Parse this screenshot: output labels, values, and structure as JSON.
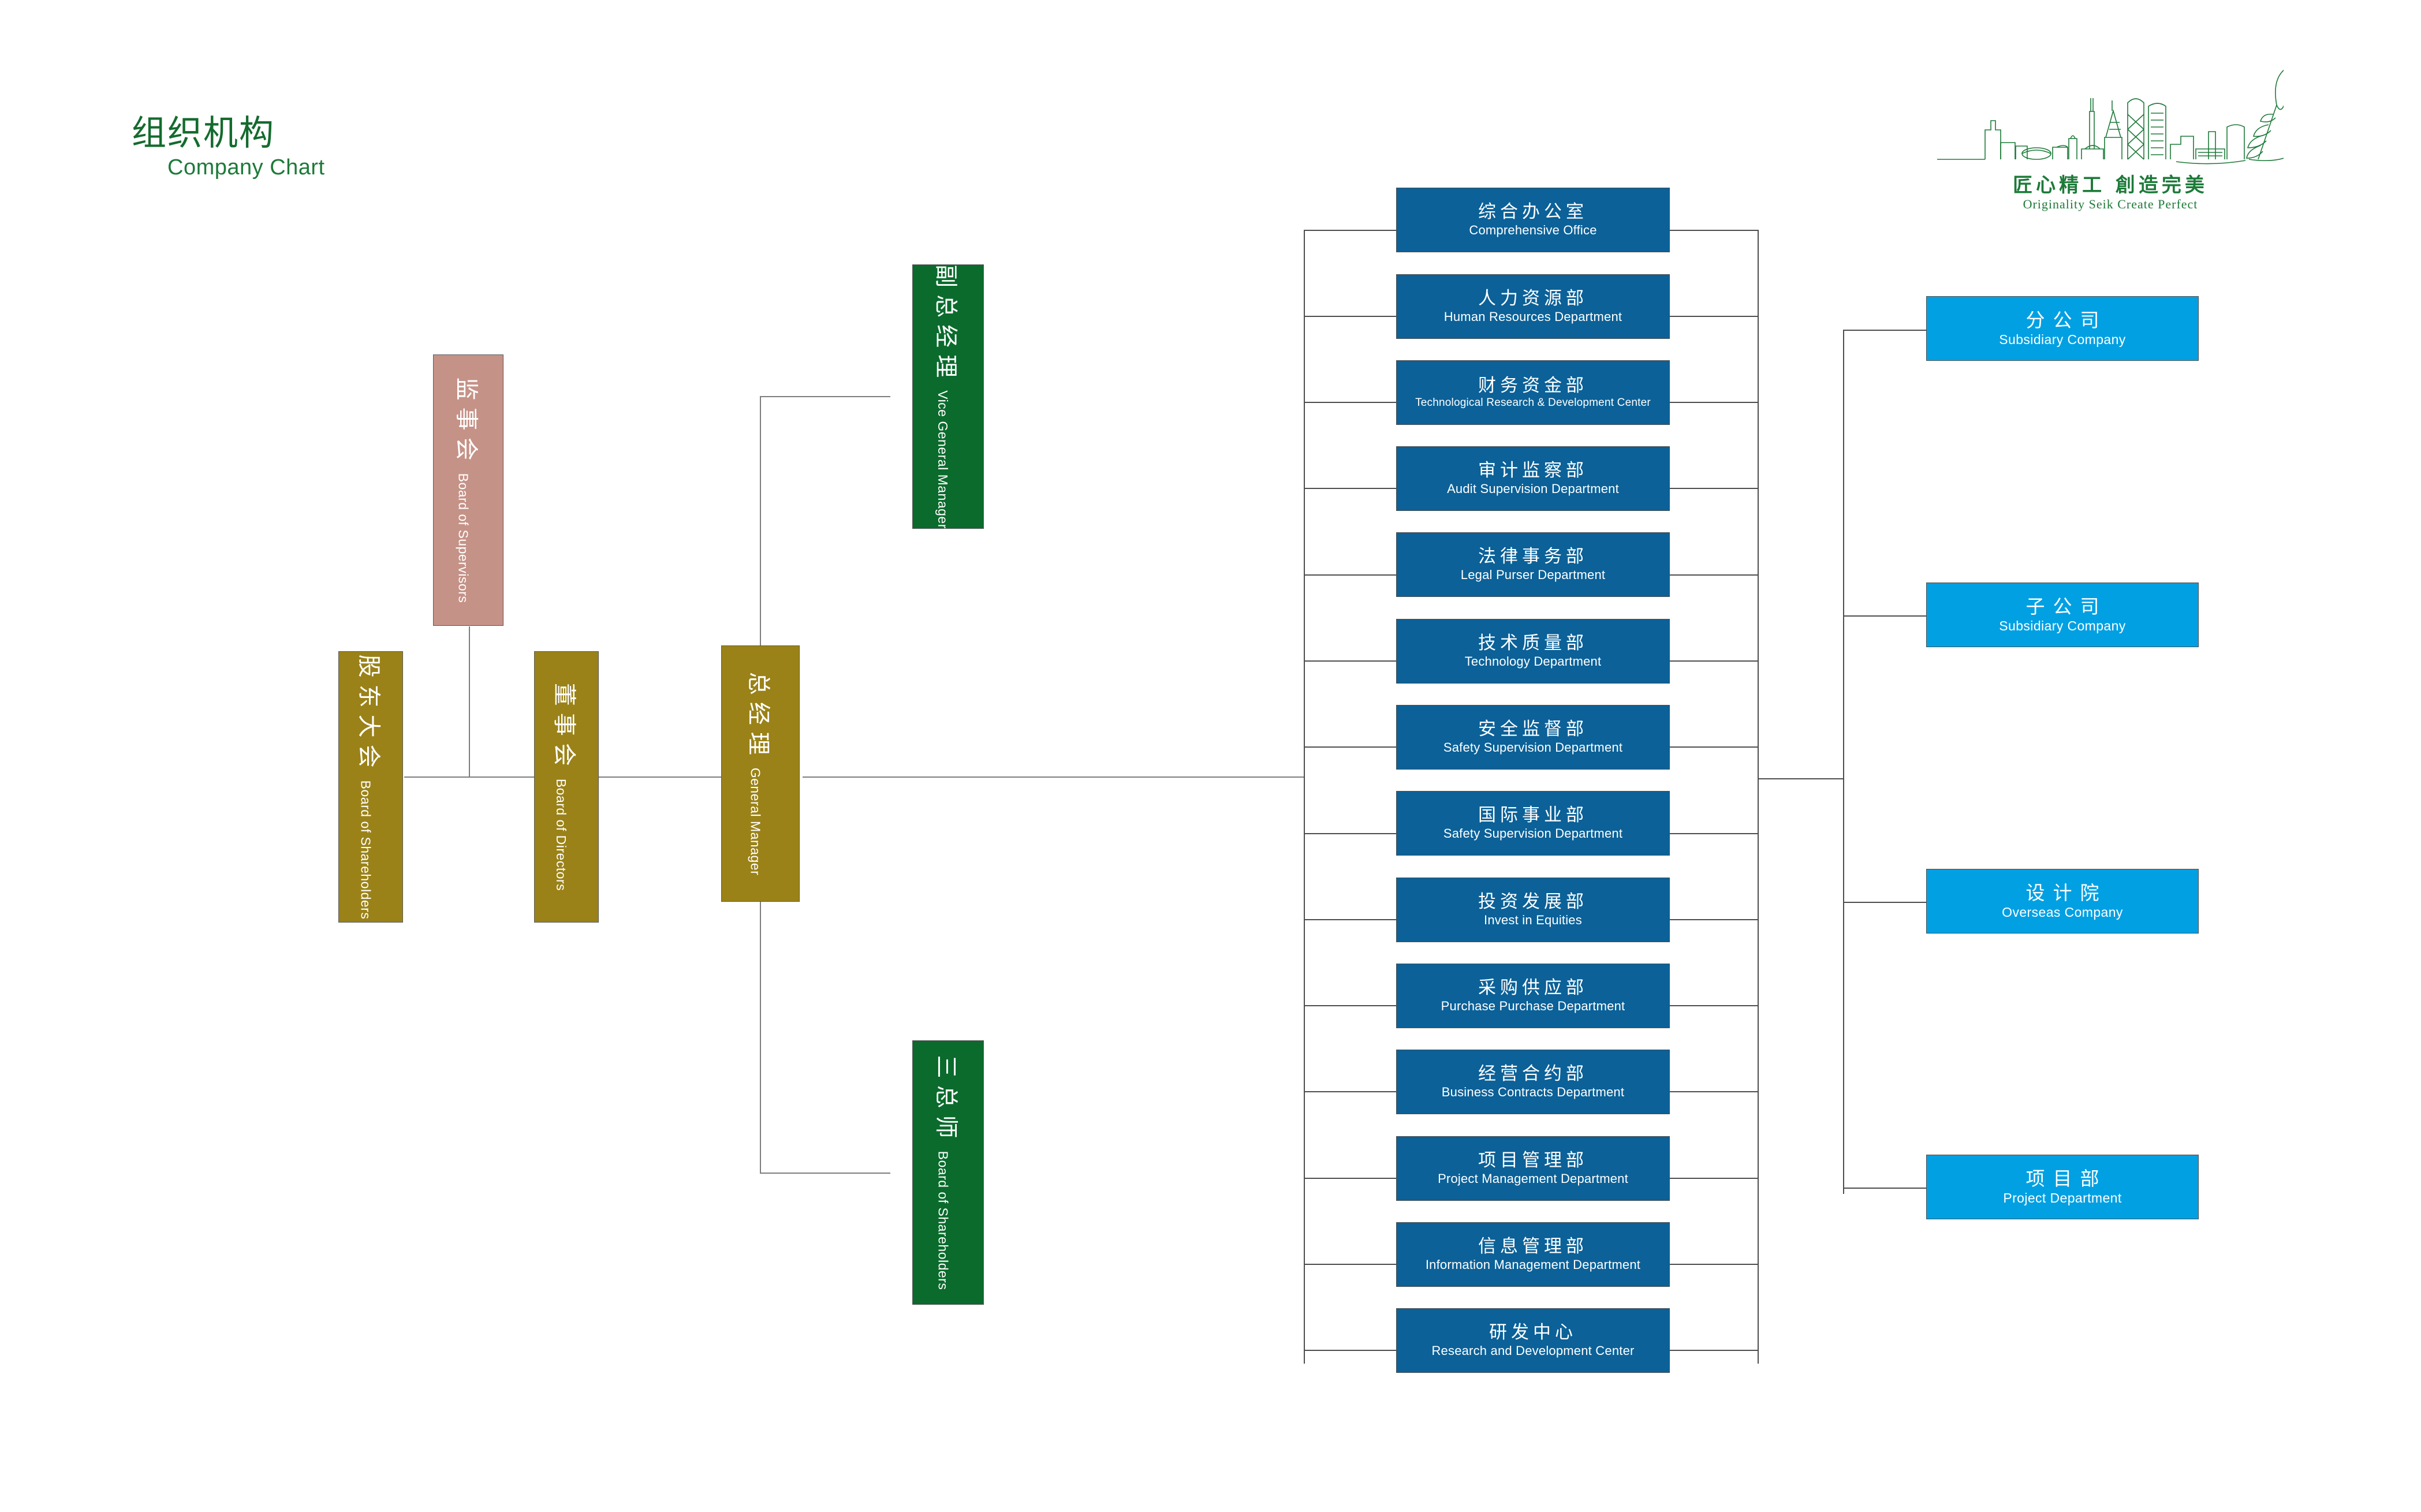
{
  "title": {
    "cn": "组织机构",
    "en": "Company Chart"
  },
  "logo": {
    "slogan_cn": "匠心精工 創造完美",
    "slogan_en": "Originality Seik    Create Perfect"
  },
  "colors": {
    "title_green": "#146b2e",
    "gold": "#9a8218",
    "rose": "#c59287",
    "green": "#0a6b2c",
    "dept_blue": "#0b6198",
    "company_blue": "#00a0e3",
    "line": "#7d7d7d"
  },
  "governance": [
    {
      "cn": "股东大会",
      "en": "Board of Shareholders",
      "color": "gold"
    },
    {
      "cn": "董事会",
      "en": "Board of Directors",
      "color": "gold"
    },
    {
      "cn": "监事会",
      "en": "Board of Supervisors",
      "color": "rose"
    },
    {
      "cn": "总经理",
      "en": "General Manager",
      "color": "gold"
    }
  ],
  "executives": [
    {
      "cn": "副总经理",
      "en": "Vice General Manager",
      "color": "green"
    },
    {
      "cn": "三总师",
      "en": "Board of Shareholders",
      "color": "green"
    }
  ],
  "departments": [
    {
      "cn": "综合办公室",
      "en": "Comprehensive Office"
    },
    {
      "cn": "人力资源部",
      "en": "Human Resources Department"
    },
    {
      "cn": "财务资金部",
      "en": "Technological Research & Development Center"
    },
    {
      "cn": "审计监察部",
      "en": "Audit Supervision Department"
    },
    {
      "cn": "法律事务部",
      "en": "Legal Purser Department"
    },
    {
      "cn": "技术质量部",
      "en": "Technology Department"
    },
    {
      "cn": "安全监督部",
      "en": "Safety Supervision Department"
    },
    {
      "cn": "国际事业部",
      "en": "Safety Supervision Department"
    },
    {
      "cn": "投资发展部",
      "en": "Invest in Equities"
    },
    {
      "cn": "采购供应部",
      "en": "Purchase Purchase Department"
    },
    {
      "cn": "经营合约部",
      "en": "Business Contracts Department"
    },
    {
      "cn": "项目管理部",
      "en": "Project Management Department"
    },
    {
      "cn": "信息管理部",
      "en": "Information Management Department"
    },
    {
      "cn": "研发中心",
      "en": "Research and Development Center"
    }
  ],
  "companies": [
    {
      "cn": "分公司",
      "en": "Subsidiary Company"
    },
    {
      "cn": "子公司",
      "en": "Subsidiary Company"
    },
    {
      "cn": "设计院",
      "en": "Overseas Company"
    },
    {
      "cn": "项目部",
      "en": "Project Department"
    }
  ]
}
